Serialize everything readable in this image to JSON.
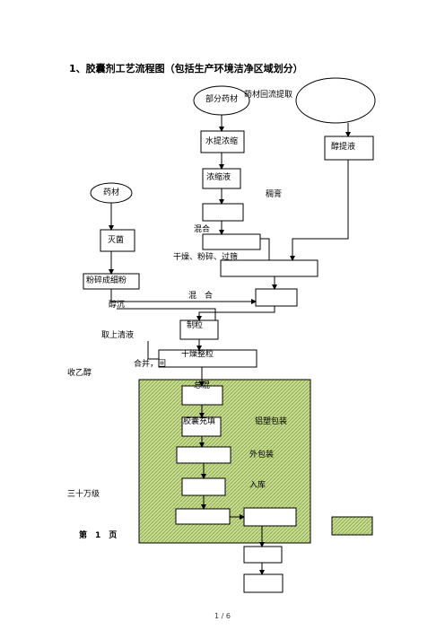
{
  "title": "1、胶囊剂工艺流程图（包括生产环境洁净区域划分）",
  "nodes": {
    "part_herbs": "部分药材",
    "herb_reflux": "药材回流提取",
    "water_extract": "水提浓缩",
    "alcohol_extract": "醇提液",
    "concentrate": "浓缩液",
    "thick_paste": "稠膏",
    "herbs": "药材",
    "sterilize": "灭菌",
    "mix1": "混合",
    "dry_crush_sieve": "干燥、粉碎、过筛",
    "fine_powder": "粉碎成细粉",
    "mix2": "混　合",
    "alcohol_sink": "醇沉",
    "granulate": "制粒",
    "supernatant": "取上清液",
    "dry_granule": "干燥整粒",
    "merge_recover": "合并，回",
    "recover_ethanol": "收乙醇",
    "total_mix": "总混",
    "capsule_fill": "胶囊充填",
    "aluminum_pack": "铝塑包装",
    "outer_pack": "外包装",
    "storage": "入库",
    "grade": "三十万级",
    "page_label": "第　1　页"
  },
  "legend": {
    "clean_zone_color": "#c6dc8c",
    "hatch_color": "#8aa657"
  },
  "pager": "1 / 6"
}
